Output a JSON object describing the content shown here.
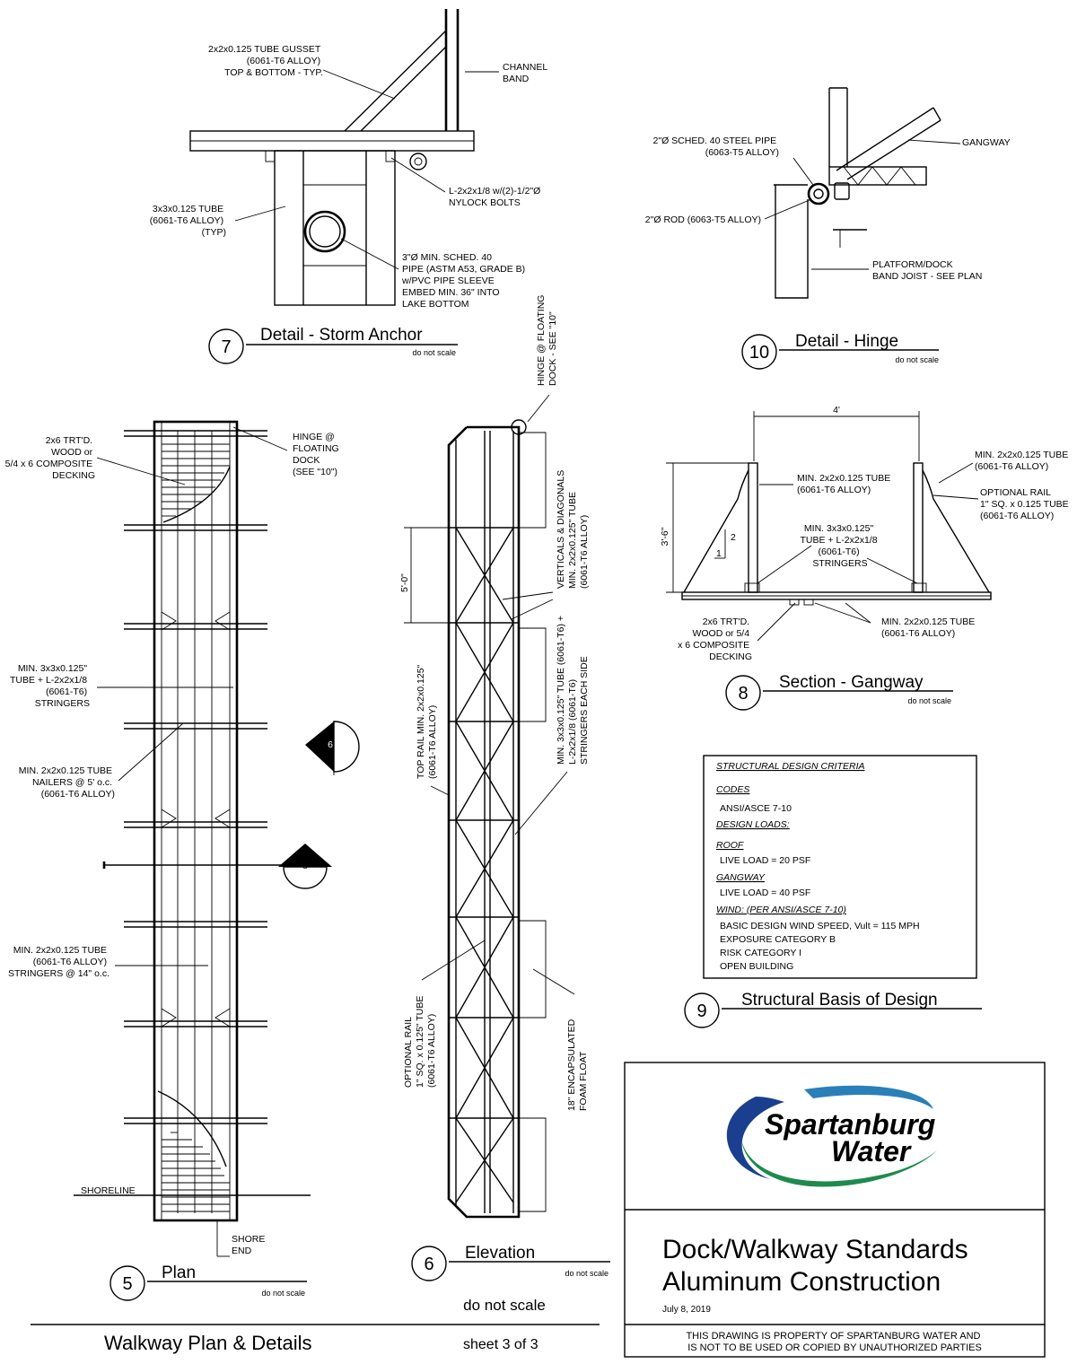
{
  "details": {
    "d7": {
      "number": "7",
      "title": "Detail - Storm Anchor",
      "scale_note": "do not scale",
      "labels": {
        "gusset": [
          "2x2x0.125 TUBE GUSSET",
          "(6061-T6 ALLOY)",
          "TOP & BOTTOM - TYP."
        ],
        "channel": [
          "CHANNEL",
          "BAND"
        ],
        "tube": [
          "3x3x0.125 TUBE",
          "(6061-T6  ALLOY)",
          "(TYP)"
        ],
        "angle": [
          "L-2x2x1/8 w/(2)-1/2\"Ø",
          "NYLOCK BOLTS"
        ],
        "pipe": [
          "3\"Ø MIN. SCHED. 40",
          "PIPE (ASTM A53, GRADE B)",
          "w/PVC PIPE SLEEVE",
          "EMBED MIN. 36\" INTO",
          "LAKE BOTTOM"
        ]
      }
    },
    "d10": {
      "number": "10",
      "title": "Detail - Hinge",
      "scale_note": "do not scale",
      "labels": {
        "pipe": [
          "2\"Ø SCHED. 40 STEEL PIPE",
          "(6063-T5 ALLOY)"
        ],
        "gangway": [
          "GANGWAY"
        ],
        "rod": [
          "2\"Ø ROD (6063-T5 ALLOY)"
        ],
        "joist": [
          "PLATFORM/DOCK",
          "BAND JOIST - SEE PLAN"
        ]
      }
    },
    "d5": {
      "number": "5",
      "title": "Plan",
      "scale_note": "do not scale",
      "labels": {
        "decking": [
          "2x6 TRT'D.",
          "WOOD or",
          "5/4 x 6 COMPOSITE",
          "DECKING"
        ],
        "hinge": [
          "HINGE @",
          "FLOATING",
          "DOCK",
          "(SEE \"10\")"
        ],
        "stringers": [
          "MIN. 3x3x0.125\"",
          "TUBE + L-2x2x1/8",
          "(6061-T6)",
          "STRINGERS"
        ],
        "nailers": [
          "MIN. 2x2x0.125 TUBE",
          "NAILERS @ 5' o.c.",
          "(6061-T6 ALLOY)"
        ],
        "stringers14": [
          "MIN. 2x2x0.125 TUBE",
          "(6061-T6 ALLOY)",
          "STRINGERS @ 14\" o.c."
        ],
        "shoreline": "SHORELINE",
        "shore_end": [
          "SHORE",
          "END"
        ],
        "cut6": "6",
        "cut8": "8"
      }
    },
    "d6": {
      "number": "6",
      "title": "Elevation",
      "scale_note": "do not scale",
      "labels": {
        "hinge": [
          "HINGE @ FLOATING",
          "DOCK - SEE \"10\""
        ],
        "verticals": [
          "VERTICALS & DIAGONALS",
          "MIN. 2x2x0.125\" TUBE",
          "(6061-T6 ALLOY)"
        ],
        "dim": "5'-0\"",
        "toprail": [
          "TOP RAIL MIN. 2x2x0.125\"",
          "(6061-T6 ALLOY)"
        ],
        "stringers": [
          "MIN. 3x3x0.125\" TUBE (6061-T6) +",
          "L-2x2x1/8 (6061-T6)",
          "STRINGERS EACH SIDE"
        ],
        "rail": [
          "OPTIONAL RAIL",
          "1\" SQ. x 0.125\" TUBE",
          "(6061-T6 ALLOY)"
        ],
        "float": [
          "18\" ENCAPSULATED",
          "FOAM FLOAT"
        ]
      }
    },
    "d8": {
      "number": "8",
      "title": "Section - Gangway",
      "scale_note": "do not scale",
      "labels": {
        "width": "4'",
        "height": "3'-6\"",
        "tube_in": [
          "MIN. 2x2x0.125 TUBE",
          "(6061-T6 ALLOY)"
        ],
        "tube_out": [
          "MIN. 2x2x0.125 TUBE",
          "(6061-T6 ALLOY)"
        ],
        "rail": [
          "OPTIONAL RAIL",
          "1\" SQ. x 0.125 TUBE",
          "(6061-T6 ALLOY)"
        ],
        "stringers": [
          "MIN. 3x3x0.125\"",
          "TUBE + L-2x2x1/8",
          "(6061-T6)",
          "STRINGERS"
        ],
        "decking": [
          "2x6 TRT'D.",
          "WOOD or 5/4",
          "x 6 COMPOSITE",
          "DECKING"
        ],
        "bottom": [
          "MIN. 2x2x0.125 TUBE",
          "(6061-T6 ALLOY)"
        ],
        "slope_v": "2",
        "slope_h": "1"
      }
    },
    "d9": {
      "number": "9",
      "title": "Structural Basis of Design",
      "criteria": {
        "heading": "STRUCTURAL DESIGN CRITERIA",
        "codes_head": "CODES",
        "codes": "ANSI/ASCE 7-10",
        "loads_head": "DESIGN LOADS:",
        "roof_head": "ROOF",
        "roof": "LIVE LOAD    = 20 PSF",
        "gangway_head": "GANGWAY",
        "gangway": "LIVE LOAD    = 40 PSF",
        "wind_head": "WIND: (PER ANSI/ASCE 7-10)",
        "wind": [
          "BASIC DESIGN WIND SPEED, Vult  =  115 MPH",
          "EXPOSURE CATEGORY B",
          "RISK CATEGORY I",
          "OPEN BUILDING"
        ]
      }
    }
  },
  "sheet": {
    "do_not_scale": "do not scale",
    "title": "Walkway Plan & Details",
    "number": "sheet 3 of 3"
  },
  "title_block": {
    "logo_line1": "Spartanburg",
    "logo_line2": "Water",
    "title_line1": "Dock/Walkway Standards",
    "title_line2": "Aluminum Construction",
    "date": "July 8, 2019",
    "disclaimer": [
      "THIS DRAWING IS PROPERTY OF SPARTANBURG WATER AND",
      "IS NOT TO BE USED OR COPIED BY UNAUTHORIZED PARTIES"
    ]
  },
  "colors": {
    "logo_blue": "#1b3f8f",
    "logo_green": "#1e8a4e",
    "logo_teal": "#2a7fb8"
  }
}
